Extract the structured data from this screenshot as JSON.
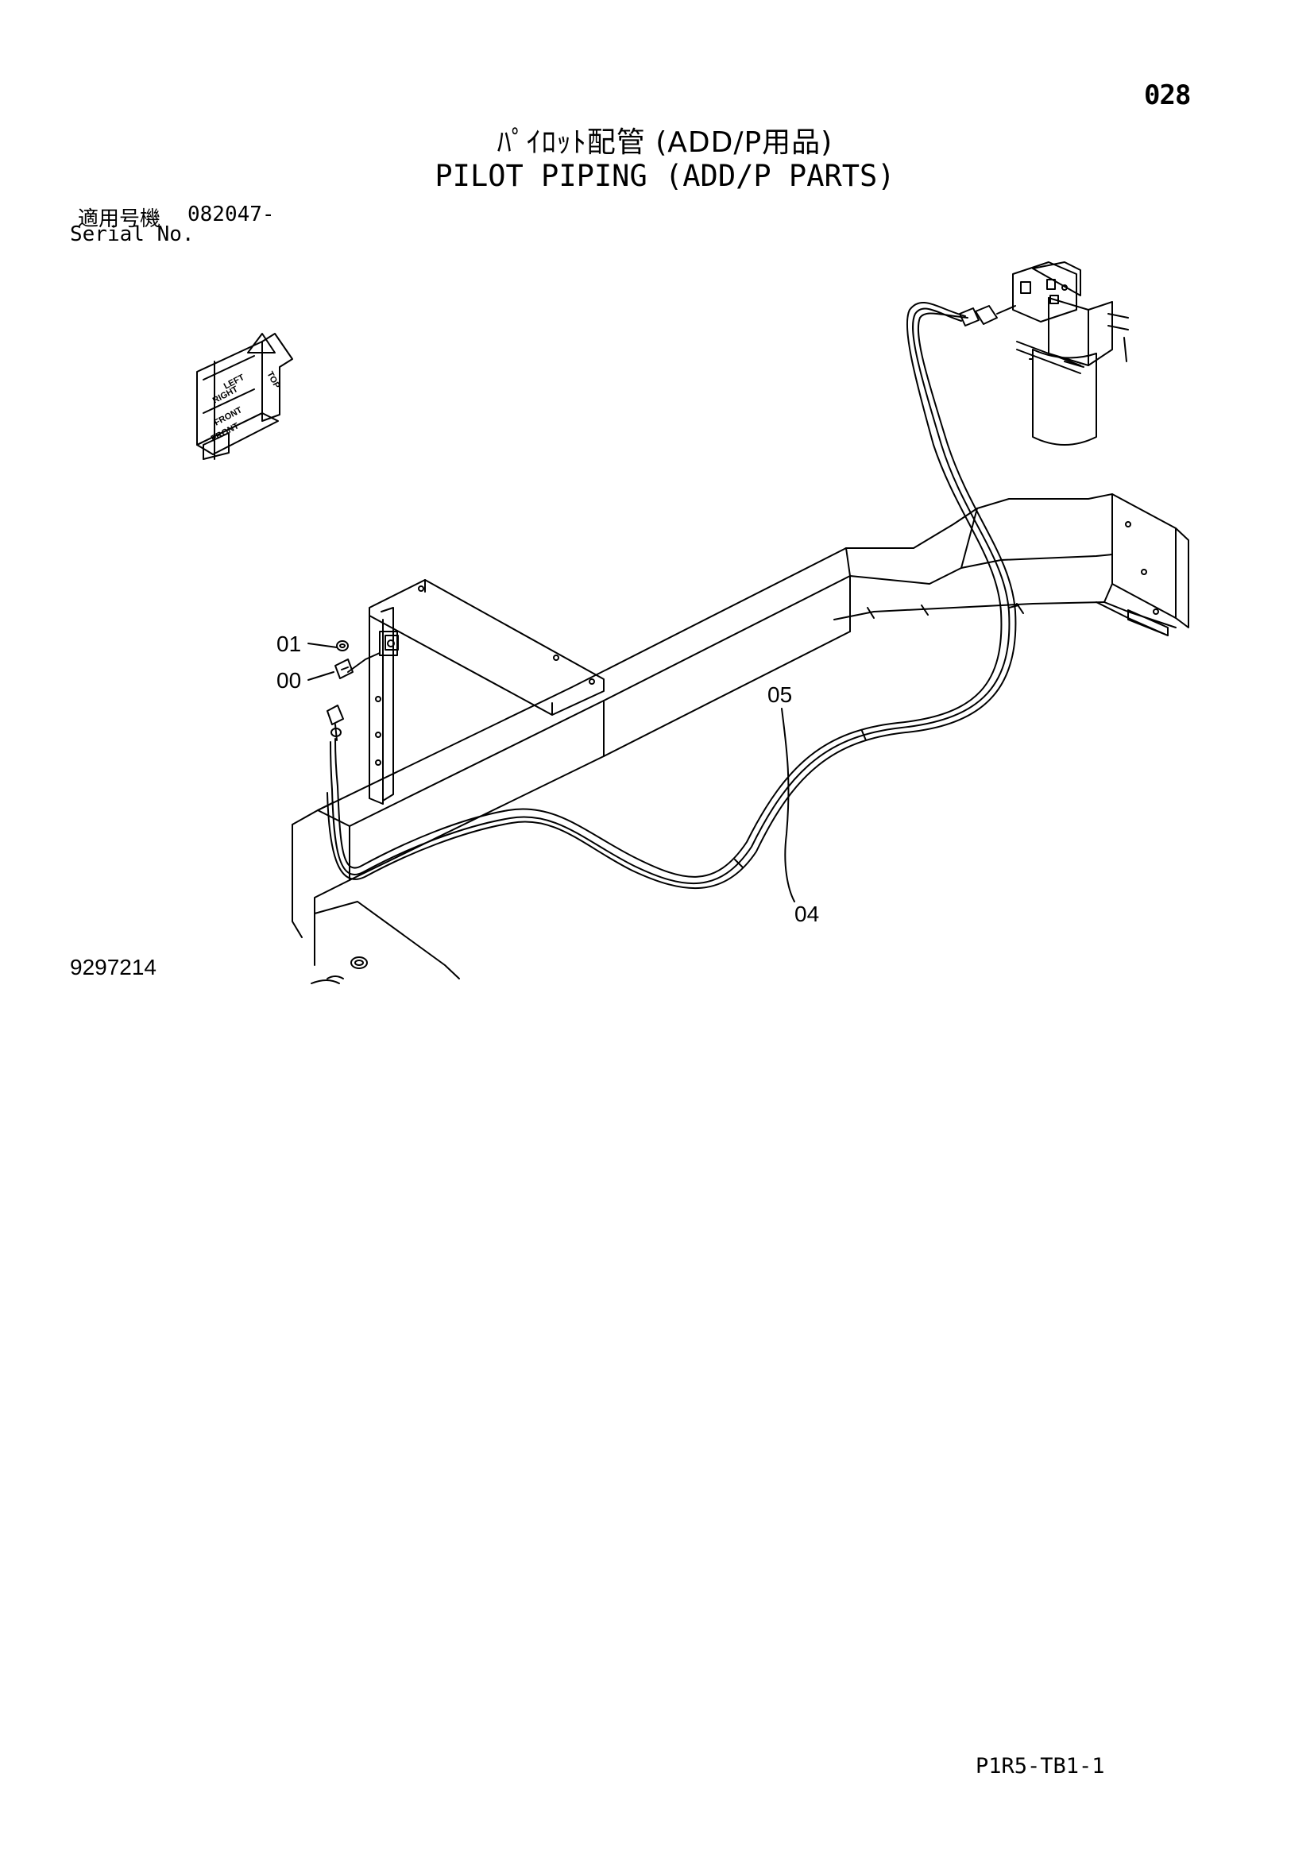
{
  "page": {
    "number": "028",
    "title_jp": "ﾊﾟｲﾛｯﾄ配管 (ADD/P用品)",
    "title_en": "PILOT PIPING (ADD/P PARTS)",
    "serial_label_jp": "適用号機",
    "serial_value": "082047-",
    "serial_label_en": "Serial No.",
    "figure_number": "9297214",
    "sheet_code": "P1R5-TB1-1"
  },
  "orientation_marker": {
    "labels": [
      "TOP",
      "LEFT",
      "RIGHT",
      "FRONT"
    ]
  },
  "callouts": [
    {
      "id": "01",
      "label": "01"
    },
    {
      "id": "00",
      "label": "00"
    },
    {
      "id": "05",
      "label": "05"
    },
    {
      "id": "04",
      "label": "04"
    }
  ]
}
